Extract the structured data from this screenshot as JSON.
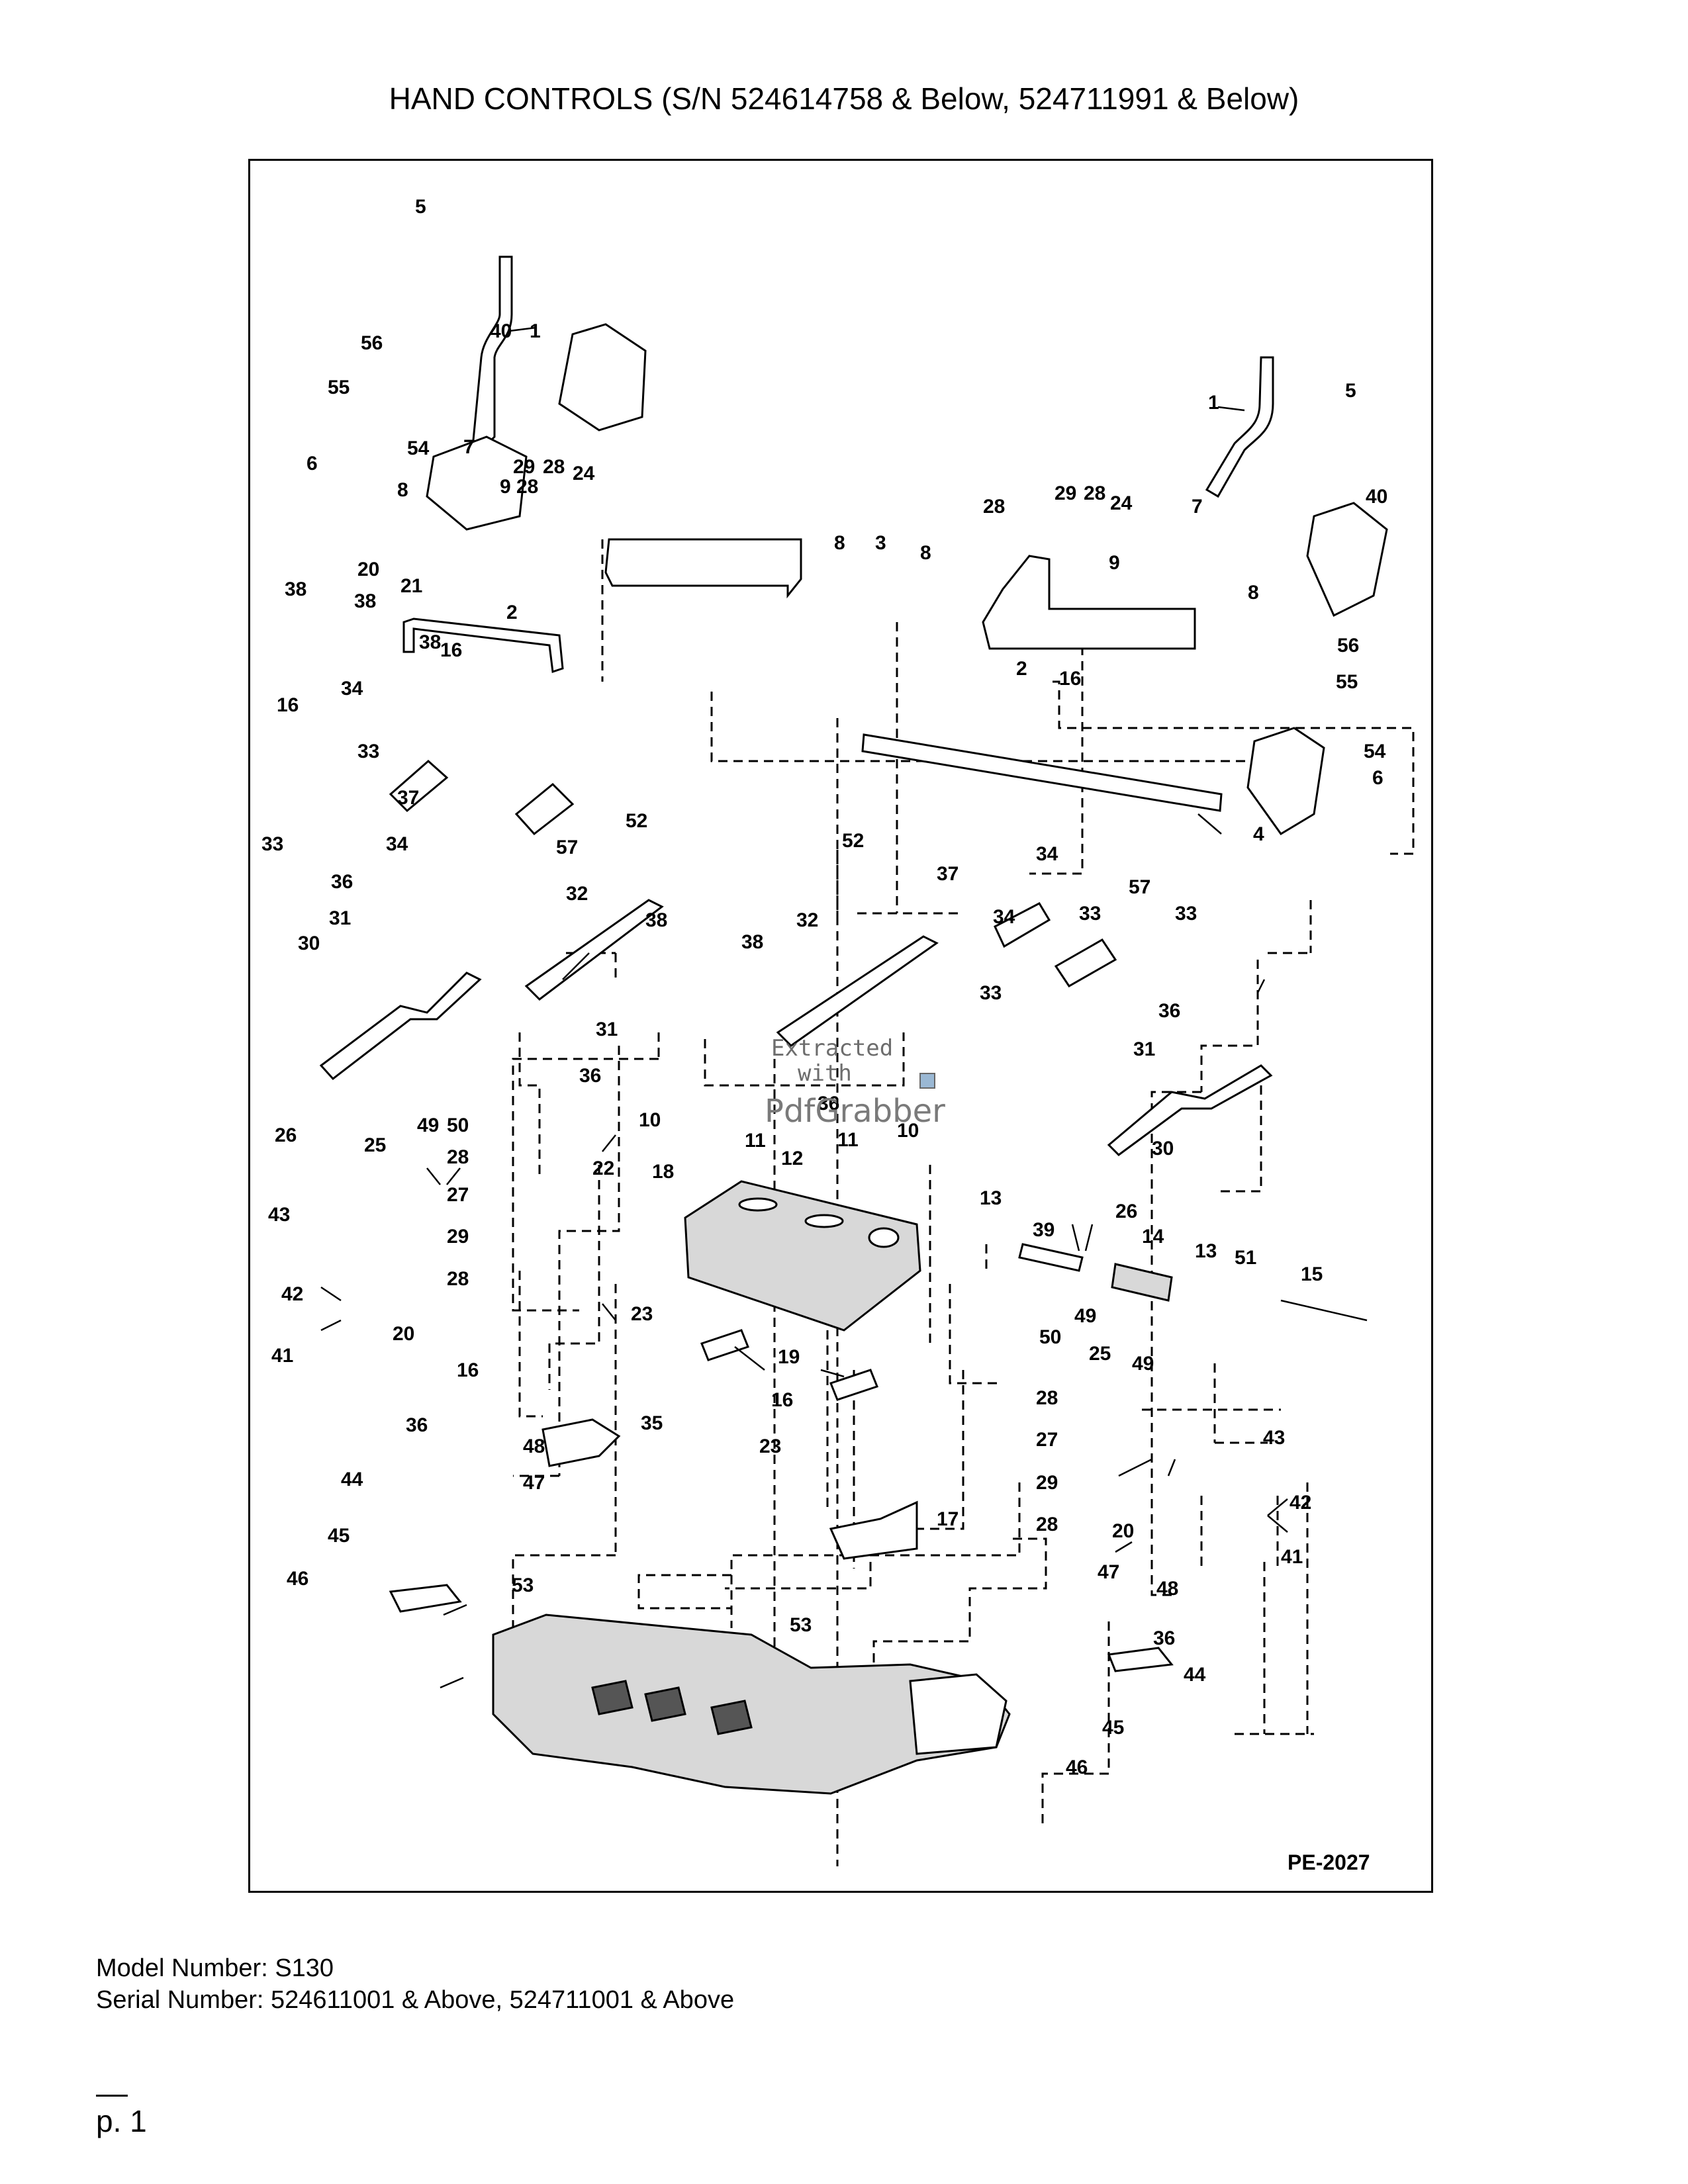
{
  "header": {
    "title": "HAND CONTROLS (S/N 524614758 & Below, 524711991 & Below)"
  },
  "diagram": {
    "reference_code": "PE-2027",
    "watermark": {
      "line1": "Extracted",
      "line2": "with",
      "brand": "PdfGrabber"
    },
    "callouts": [
      "1",
      "2",
      "3",
      "4",
      "5",
      "6",
      "7",
      "8",
      "9",
      "10",
      "11",
      "12",
      "13",
      "14",
      "15",
      "16",
      "17",
      "18",
      "19",
      "20",
      "21",
      "22",
      "23",
      "24",
      "25",
      "26",
      "27",
      "28",
      "29",
      "30",
      "31",
      "32",
      "33",
      "34",
      "35",
      "36",
      "37",
      "38",
      "39",
      "40",
      "41",
      "42",
      "43",
      "44",
      "45",
      "46",
      "47",
      "48",
      "49",
      "50",
      "51",
      "52",
      "53",
      "54",
      "55",
      "56",
      "57"
    ]
  },
  "footer": {
    "model_number": "Model Number: S130",
    "serial_number": "Serial Number: 524611001 & Above, 524711001 & Above",
    "page": "p. 1"
  }
}
